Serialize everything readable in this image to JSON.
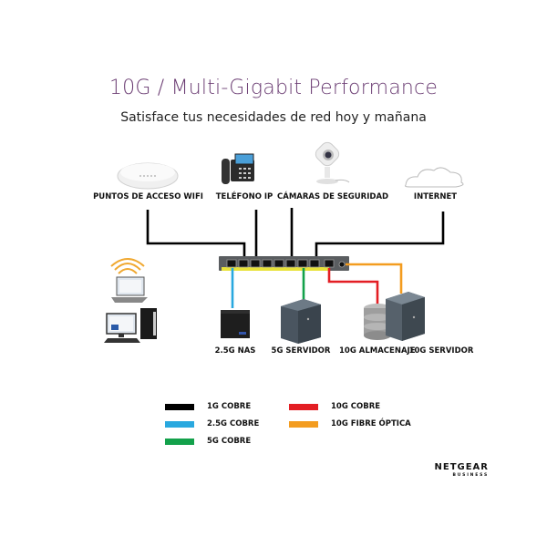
{
  "header": {
    "title": "10G / Multi-Gigabit Performance",
    "subtitle": "Satisface tus necesidades de red hoy y mañana"
  },
  "devices_top": [
    {
      "label": "PUNTOS DE ACCESO WIFI",
      "icon": "wifi-access-point-icon"
    },
    {
      "label": "TELÉFONO IP",
      "icon": "ip-phone-icon"
    },
    {
      "label": "CÁMARAS DE SEGURIDAD",
      "icon": "security-camera-icon"
    },
    {
      "label": "INTERNET",
      "icon": "cloud-icon"
    }
  ],
  "devices_bottom": [
    {
      "label": "",
      "icon": "computers-icon"
    },
    {
      "label": "2.5G NAS",
      "icon": "nas-icon"
    },
    {
      "label": "5G SERVIDOR",
      "icon": "server-icon"
    },
    {
      "label": "10G ALMACENAJE",
      "icon": "storage-database-icon"
    },
    {
      "label": "10G SERVIDOR",
      "icon": "server-tower-icon"
    }
  ],
  "legend": [
    {
      "label": "1G COBRE",
      "color": "#000000"
    },
    {
      "label": "2.5G COBRE",
      "color": "#29a8df"
    },
    {
      "label": "5G COBRE",
      "color": "#13a14b"
    },
    {
      "label": "10G COBRE",
      "color": "#e31e24"
    },
    {
      "label": "10G FIBRE ÓPTICA",
      "color": "#f39c1f"
    }
  ],
  "colors": {
    "title": "#6b3d73",
    "switch_body": "#5a5d60",
    "switch_strip": "#e8e23a"
  },
  "brand": {
    "name": "NETGEAR",
    "sub": "BUSINESS"
  }
}
